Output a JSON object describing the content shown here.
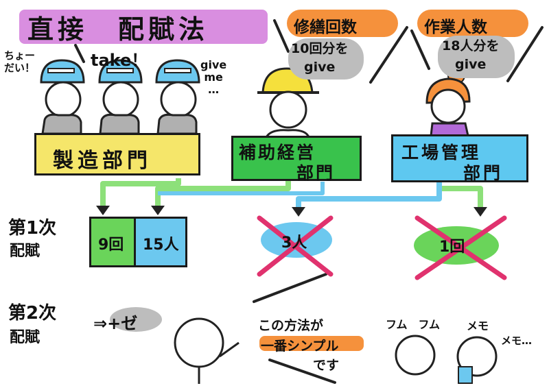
{
  "title": "直接　配賦法",
  "speech": {
    "chodai": "ちょー\nだい！",
    "take": "take！",
    "give_me": "give\nme\n…"
  },
  "drivers": {
    "repair_label": "修繕回数",
    "repair_give": "10回分を\ngive",
    "workers_label": "作業人数",
    "workers_give": "18人分を\ngive"
  },
  "departments": {
    "production": "製造部門",
    "aux_line1": "補助経営",
    "aux_line2": "部門",
    "factory_line1": "工場管理",
    "factory_line2": "部門"
  },
  "first_allocation": {
    "label_line1": "第1次",
    "label_line2": "配賦",
    "repair_share": "9回",
    "workers_share": "15人",
    "aux_workers": "3人",
    "factory_repair": "1回"
  },
  "second_allocation": {
    "label_line1": "第2次",
    "label_line2": "配賦",
    "result": "⇒+ゼ",
    "note_line1": "この方法が",
    "note_line2": "一番シンプル",
    "note_line3": "です",
    "fumu": "フム　フム",
    "memo": "メモ",
    "memo2": "メモ…"
  },
  "colors": {
    "title_band": "#d98ee0",
    "production": "#f5e66a",
    "aux": "#39c24c",
    "factory": "#5ec8f0",
    "repair_bubble": "#f5913c",
    "workers_bubble": "#f5913c",
    "cross": "#e0326e",
    "green_box": "#6ad45a",
    "blue_box": "#6cc8ef",
    "gray_bubble": "#bdbdbd"
  }
}
